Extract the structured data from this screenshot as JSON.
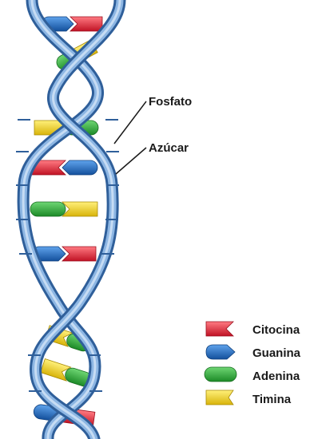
{
  "labels": {
    "fosfato": "Fosfato",
    "azucar": "Azúcar"
  },
  "legend": [
    {
      "key": "citocina",
      "label": "Citocina",
      "icon": "red-notch-icon",
      "color": "#e8283a"
    },
    {
      "key": "guanina",
      "label": "Guanina",
      "icon": "blue-pointed-icon",
      "color": "#1f6fc8"
    },
    {
      "key": "adenina",
      "label": "Adenina",
      "icon": "green-capsule-icon",
      "color": "#2eaa3a"
    },
    {
      "key": "timina",
      "label": "Timina",
      "icon": "yellow-notch-icon",
      "color": "#f2d21a"
    }
  ],
  "colors": {
    "backbone": "#5e8fc9",
    "backbone_light": "#a9c8ea",
    "backbone_dark": "#2f5f9a"
  },
  "pairs": [
    [
      "guanina",
      "citocina"
    ],
    [
      "adenina",
      "timina"
    ],
    [
      "timina",
      "adenina"
    ],
    [
      "citocina",
      "guanina"
    ],
    [
      "adenina",
      "timina"
    ],
    [
      "guanina",
      "citocina"
    ],
    [
      "timina",
      "adenina"
    ],
    [
      "timina",
      "adenina"
    ],
    [
      "guanina",
      "citocina"
    ]
  ]
}
